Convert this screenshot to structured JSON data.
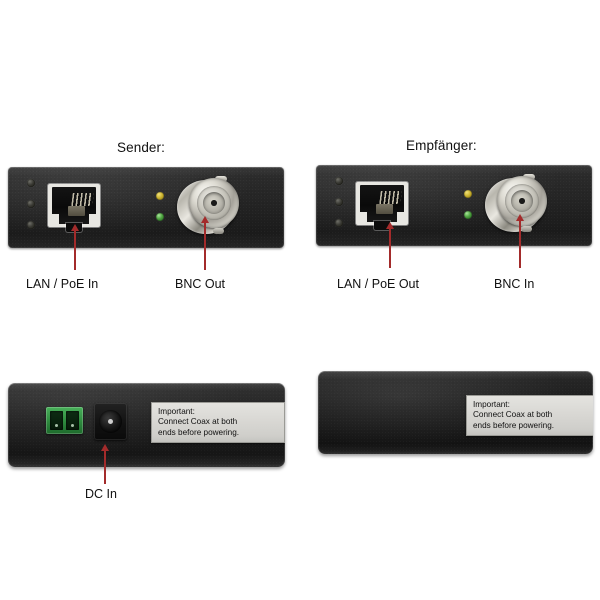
{
  "page": {
    "background_color": "#ffffff",
    "pointer_color": "#a32b2b",
    "device_body_color": "#222222",
    "led_amber_color": "#cdb531",
    "led_green_color": "#4fa441",
    "terminal_green_color": "#2e8a3e",
    "metal_color": "#c9c7be"
  },
  "devices": {
    "sender": {
      "title": "Sender:",
      "front": {
        "leds": [
          {
            "name": "status-led-1",
            "color": "off"
          },
          {
            "name": "status-led-2",
            "color": "off"
          },
          {
            "name": "status-led-3",
            "color": "off"
          },
          {
            "name": "link-led-amber",
            "color": "amber"
          },
          {
            "name": "link-led-green",
            "color": "green"
          }
        ],
        "ports": [
          {
            "type": "rj45",
            "label": "LAN / PoE In"
          },
          {
            "type": "bnc",
            "label": "BNC Out"
          }
        ]
      },
      "rear": {
        "ports": [
          {
            "type": "terminal-block",
            "label": ""
          },
          {
            "type": "dc-barrel-jack",
            "label": "DC In"
          }
        ],
        "warning_label": {
          "line1": "Important:",
          "line2": "Connect Coax at both",
          "line3": "ends before powering."
        }
      }
    },
    "receiver": {
      "title": "Empfänger:",
      "front": {
        "leds": [
          {
            "name": "status-led-1",
            "color": "off"
          },
          {
            "name": "status-led-2",
            "color": "off"
          },
          {
            "name": "status-led-3",
            "color": "off"
          },
          {
            "name": "link-led-amber",
            "color": "amber"
          },
          {
            "name": "link-led-green",
            "color": "green"
          }
        ],
        "ports": [
          {
            "type": "rj45",
            "label": "LAN / PoE Out"
          },
          {
            "type": "bnc",
            "label": "BNC In"
          }
        ]
      },
      "rear": {
        "ports": [],
        "warning_label": {
          "line1": "Important:",
          "line2": "Connect Coax at both",
          "line3": "ends before powering."
        }
      }
    }
  },
  "callouts": [
    {
      "id": "lan-poe-in",
      "label": "LAN / PoE In"
    },
    {
      "id": "bnc-out",
      "label": "BNC Out"
    },
    {
      "id": "lan-poe-out",
      "label": "LAN / PoE Out"
    },
    {
      "id": "bnc-in",
      "label": "BNC In"
    },
    {
      "id": "dc-in",
      "label": "DC In"
    }
  ]
}
